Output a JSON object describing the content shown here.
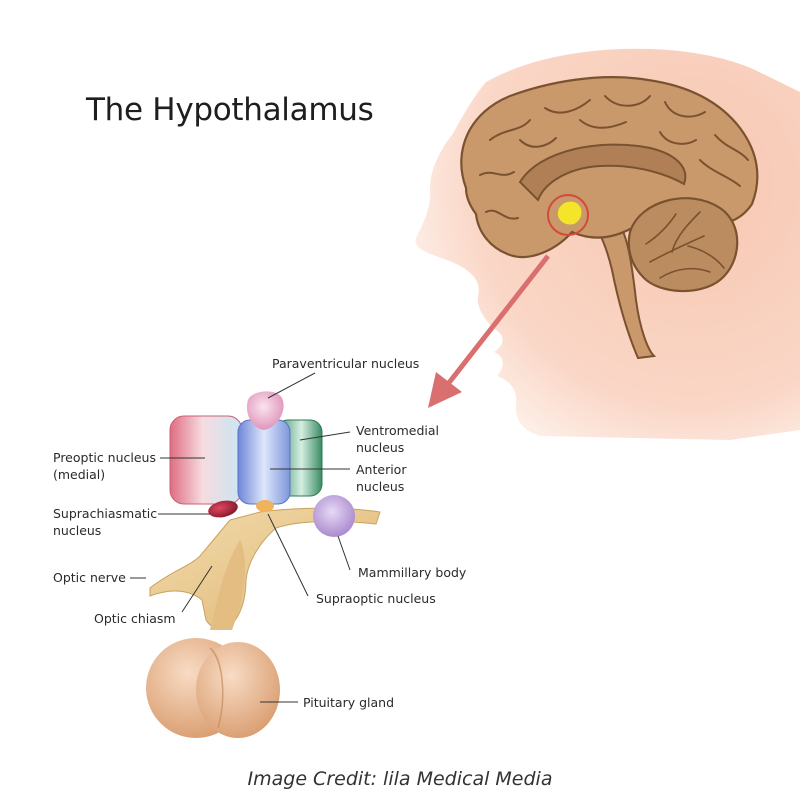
{
  "title": "The Hypothalamus",
  "credit": "Image Credit: lila Medical Media",
  "labels": {
    "paraventricular": "Paraventricular nucleus",
    "ventromedial_1": "Ventromedial",
    "ventromedial_2": "nucleus",
    "anterior_1": "Anterior",
    "anterior_2": "nucleus",
    "preoptic_1": "Preoptic nucleus",
    "preoptic_2": "(medial)",
    "suprachiasmatic_1": "Suprachiasmatic",
    "suprachiasmatic_2": "nucleus",
    "optic_nerve": "Optic nerve",
    "optic_chiasm": "Optic chiasm",
    "mammillary": "Mammillary body",
    "supraoptic": "Supraoptic nucleus",
    "pituitary": "Pituitary gland"
  },
  "colors": {
    "skin": "#f9d3c0",
    "brain": "#c9996b",
    "brain_dark": "#7a5230",
    "hypothalamus_marker": "#f5e52a",
    "pointer_arrow": "#d9706f",
    "preoptic": "#e28a98",
    "anterior": "#8fa6e2",
    "ventromedial": "#4fa07a",
    "paraventricular": "#e7a3c3",
    "mammillary": "#b99ad8",
    "suprachiasmatic": "#9e1d33",
    "optic_structures": "#e9c98f",
    "pituitary": "#e8b48c"
  }
}
